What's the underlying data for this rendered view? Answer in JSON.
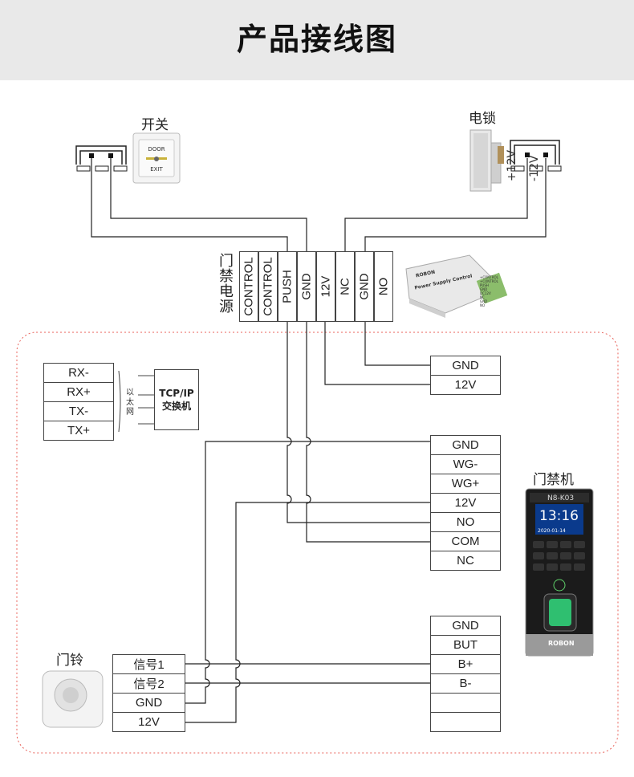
{
  "title": "产品接线图",
  "switch_label": "开关",
  "lock_label": "电锁",
  "lock_terminals": [
    "+12V",
    "-12V"
  ],
  "switch_device": {
    "top_text": "DOOR",
    "bottom_text": "EXIT"
  },
  "psu_label": "门禁电源",
  "psu_terminals": [
    "CONTROL",
    "CONTROL",
    "PUSH",
    "GND",
    "12V",
    "NC",
    "GND",
    "NO"
  ],
  "psu_device": {
    "brand": "ROBON",
    "title": "Power Supply Control",
    "terminals": [
      "+CONTROL",
      "+CONTROL",
      "PUSH",
      "GND",
      "DC12V",
      "NC",
      "GND",
      "NO"
    ]
  },
  "network": {
    "terminals": [
      "RX-",
      "RX+",
      "TX-",
      "TX+"
    ],
    "side_label": "以太网",
    "switch_box": [
      "TCP/IP",
      "交换机"
    ]
  },
  "power_block": [
    "GND",
    "12V"
  ],
  "reader_block": [
    "GND",
    "WG-",
    "WG+",
    "12V",
    "NO",
    "COM",
    "NC"
  ],
  "button_block": [
    "GND",
    "BUT",
    "B+",
    "B-",
    "",
    ""
  ],
  "access_label": "门禁机",
  "access_device": {
    "model": "N8-K03",
    "time": "13:16",
    "date": "2020-01-14",
    "brand": "ROBON"
  },
  "bell_label": "门铃",
  "bell_block": [
    "信号1",
    "信号2",
    "GND",
    "12V"
  ]
}
